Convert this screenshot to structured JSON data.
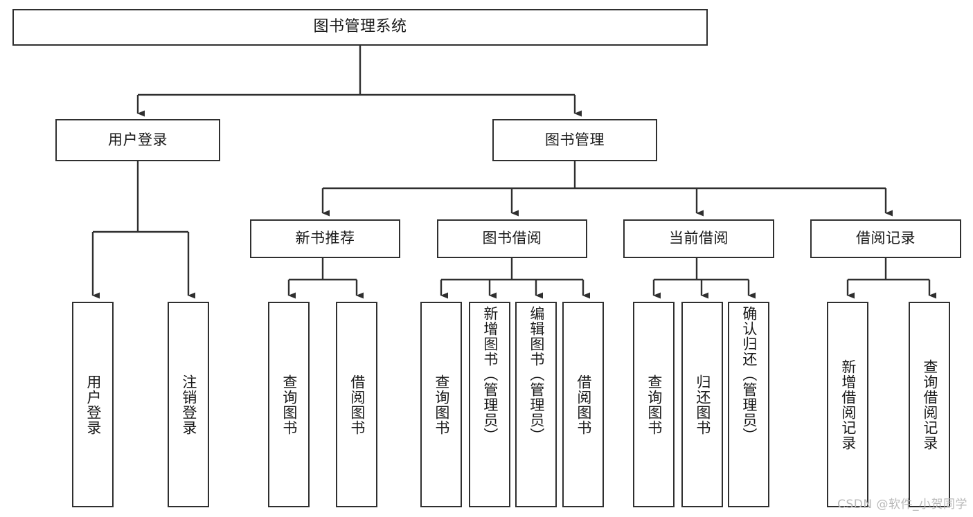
{
  "diagram": {
    "type": "tree-hierarchy-chart",
    "title": "图书管理系统",
    "background_color": "#ffffff",
    "line_color": "#2f2f2f",
    "text_color": "#1a1a1a",
    "root": {
      "label": "图书管理系统"
    },
    "level2": [
      {
        "label": "用户登录"
      },
      {
        "label": "图书管理"
      }
    ],
    "level3": [
      {
        "label": "新书推荐"
      },
      {
        "label": "图书借阅"
      },
      {
        "label": "当前借阅"
      },
      {
        "label": "借阅记录"
      }
    ],
    "leaves": {
      "user_login": [
        {
          "label": "用户登录"
        },
        {
          "label": "注销登录"
        }
      ],
      "new_book_recommend": [
        {
          "label": "查询图书"
        },
        {
          "label": "借阅图书"
        }
      ],
      "book_borrow": [
        {
          "label": "查询图书"
        },
        {
          "label": "新增图书（管理员）"
        },
        {
          "label": "编辑图书（管理员）"
        },
        {
          "label": "借阅图书"
        }
      ],
      "current_borrow": [
        {
          "label": "查询图书"
        },
        {
          "label": "归还图书"
        },
        {
          "label": "确认归还（管理员）"
        }
      ],
      "borrow_record": [
        {
          "label": "新增借阅记录"
        },
        {
          "label": "查询借阅记录"
        }
      ]
    }
  },
  "watermark": {
    "text": "CSDN @软件_小贺同学"
  }
}
